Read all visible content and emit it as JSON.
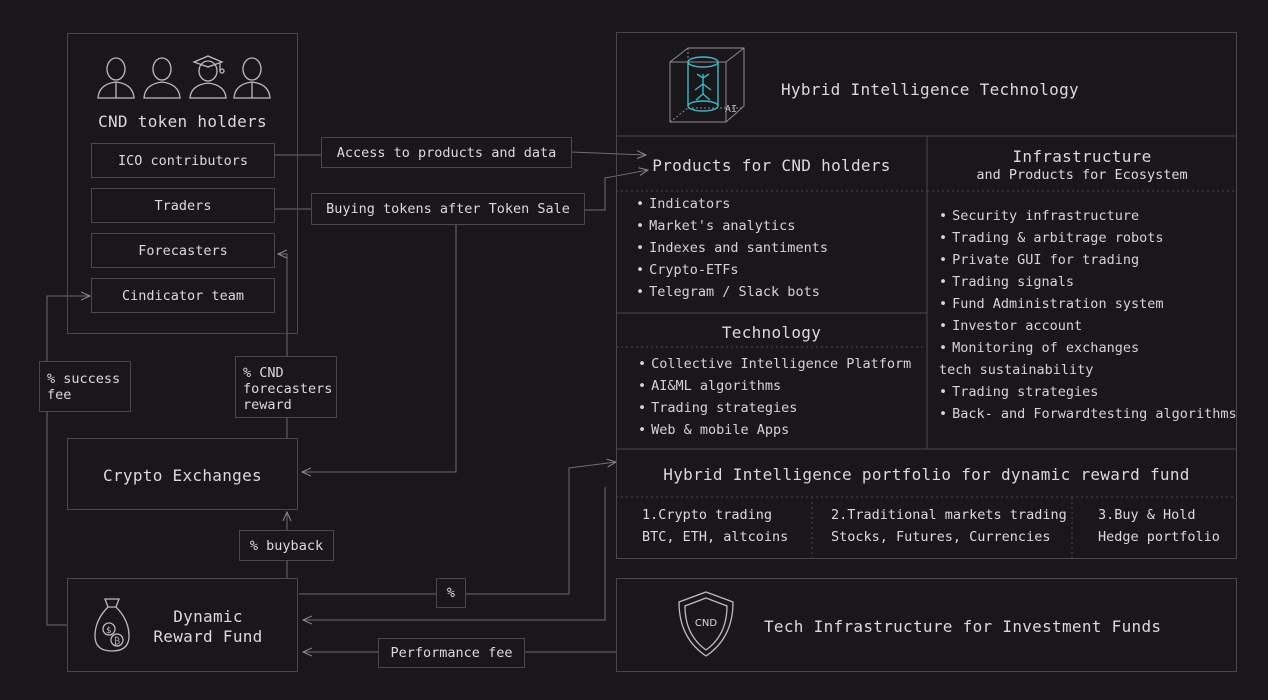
{
  "holders": {
    "title": "CND token holders",
    "items": [
      "ICO contributors",
      "Traders",
      "Forecasters",
      "Cindicator team"
    ]
  },
  "flows": {
    "access": "Access to products and data",
    "buying": "Buying tokens after Token Sale",
    "success_fee": "% success fee",
    "cnd_reward": "% CND forecasters reward",
    "buyback": "% buyback",
    "percent": "%",
    "performance_fee": "Performance fee"
  },
  "exchanges": {
    "title": "Crypto Exchanges"
  },
  "fund": {
    "line1": "Dynamic",
    "line2": "Reward Fund"
  },
  "hybrid": {
    "title": "Hybrid Intelligence Technology",
    "ai_label": "AI"
  },
  "products": {
    "title": "Products for CND holders",
    "items": [
      "Indicators",
      "Market's analytics",
      "Indexes and santiments",
      "Crypto-ETFs",
      "Telegram / Slack bots"
    ]
  },
  "infrastructure": {
    "title": "Infrastructure",
    "subtitle": "and Products for Ecosystem",
    "items": [
      "Security infrastructure",
      "Trading & arbitrage robots",
      "Private GUI for trading",
      "Trading signals",
      "Fund Administration system",
      "Investor account",
      "Monitoring of exchanges tech sustainability",
      "Trading strategies",
      "Back- and Forwardtesting algorithms"
    ]
  },
  "technology": {
    "title": "Technology",
    "items": [
      "Collective Intelligence Platform",
      "AI&ML algorithms",
      "Trading strategies",
      "Web & mobile Apps"
    ]
  },
  "portfolio": {
    "title": "Hybrid Intelligence portfolio for dynamic reward fund",
    "columns": [
      {
        "line1": "1.Crypto trading",
        "line2": "BTC, ETH, altcoins"
      },
      {
        "line1": "2.Traditional markets trading",
        "line2": "Stocks, Futures, Currencies"
      },
      {
        "line1": "3.Buy & Hold",
        "line2": "Hedge portfolio"
      }
    ]
  },
  "tech_infra": {
    "title": "Tech Infrastructure for Investment Funds",
    "badge": "CND"
  }
}
